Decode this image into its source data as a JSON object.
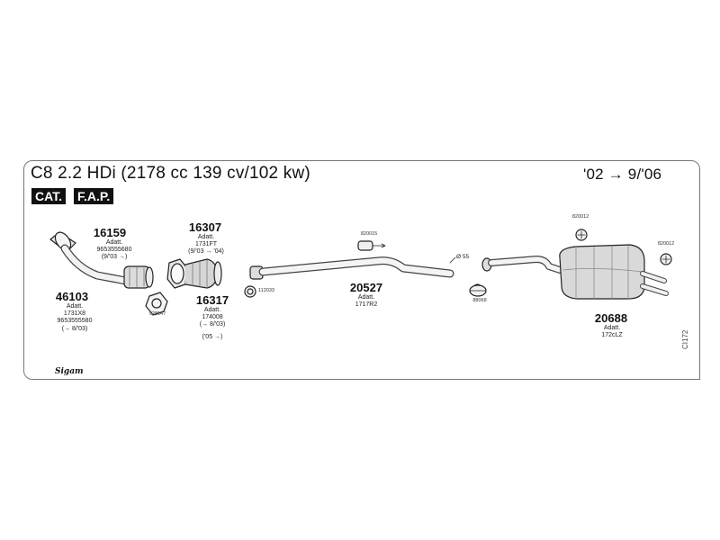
{
  "header": {
    "title": "C8 2.2 HDi (2178 cc 139 cv/102 kw)",
    "years": "'02 → 9/'06",
    "tags": [
      "CAT.",
      "F.A.P."
    ]
  },
  "parts": {
    "p16159": {
      "number": "16159",
      "lines": [
        "Adatt.",
        "9653555680",
        "(9/'03 →)"
      ]
    },
    "p46103": {
      "number": "46103",
      "lines": [
        "Adatt.",
        "1731X8",
        "9653555580",
        "(→ 8/'03)"
      ]
    },
    "p16307": {
      "number": "16307",
      "lines": [
        "Adatt.",
        "1731FT",
        "(9/'03 → '04)"
      ]
    },
    "p16317": {
      "number": "16317",
      "lines": [
        "Adatt.",
        "174008",
        "(→ 8/'03)",
        "('05 →)"
      ]
    },
    "p20527": {
      "number": "20527",
      "lines": [
        "Adatt.",
        "1717R2"
      ]
    },
    "p20688": {
      "number": "20688",
      "lines": [
        "Adatt.",
        "172cLZ"
      ]
    }
  },
  "refs": {
    "r028147": "028147",
    "r112033": "112033",
    "r820015": "820015",
    "r055": "Ø 55",
    "r88068": "88068",
    "r820012a": "820012",
    "r820012b": "820012"
  },
  "brand": "Sigam",
  "code": "CI172"
}
